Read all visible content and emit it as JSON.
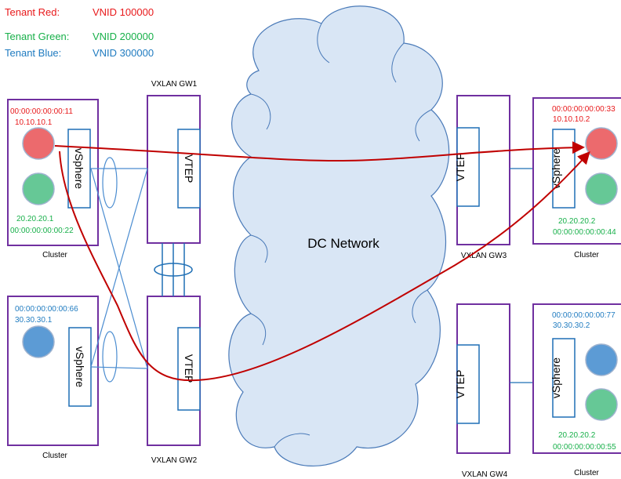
{
  "legend": {
    "red": {
      "tenant": "Tenant Red:",
      "vnid": "VNID 100000",
      "color": "#e8191b"
    },
    "green": {
      "tenant": "Tenant Green:",
      "vnid": "VNID 200000",
      "color": "#18b04a"
    },
    "blue": {
      "tenant": "Tenant Blue:",
      "vnid": "VNID 300000",
      "color": "#1f7bc0"
    }
  },
  "cloud_label": "DC Network",
  "gateways": {
    "gw1": "VXLAN GW1",
    "gw2": "VXLAN GW2",
    "gw3": "VXLAN GW3",
    "gw4": "VXLAN GW4"
  },
  "vtep_label": "VTEP",
  "vsphere_label": "vSphere",
  "cluster_label": "Cluster",
  "clusters": {
    "c1": {
      "mac_top": "00:00:00:00:00:11",
      "ip_top": "10.10.10.1",
      "ip_bottom": "20.20.20.1",
      "mac_bottom": "00:00:00:00:00:22"
    },
    "c2": {
      "mac_top": "00:00:00:00:00:66",
      "ip_top": "30.30.30.1"
    },
    "c3": {
      "mac_top": "00:00:00:00:00:33",
      "ip_top": "10.10.10.2",
      "ip_bottom": "20.20.20.2",
      "mac_bottom": "00:00:00:00:00:44"
    },
    "c4": {
      "mac_top": "00:00:00:00:00:77",
      "ip_top": "30.30.30.2",
      "ip_bottom": "20.20.20.2",
      "mac_bottom": "00:00:00:00:00:55"
    }
  },
  "colors": {
    "frame": "#7030a0",
    "box": "#1f6fb5",
    "cloud_fill": "#d9e6f5",
    "cloud_stroke": "#4a7ab8",
    "path": "#c00000",
    "vm_red": "#ec6a6d",
    "vm_green": "#66c896",
    "vm_blue": "#5c9bd5"
  }
}
